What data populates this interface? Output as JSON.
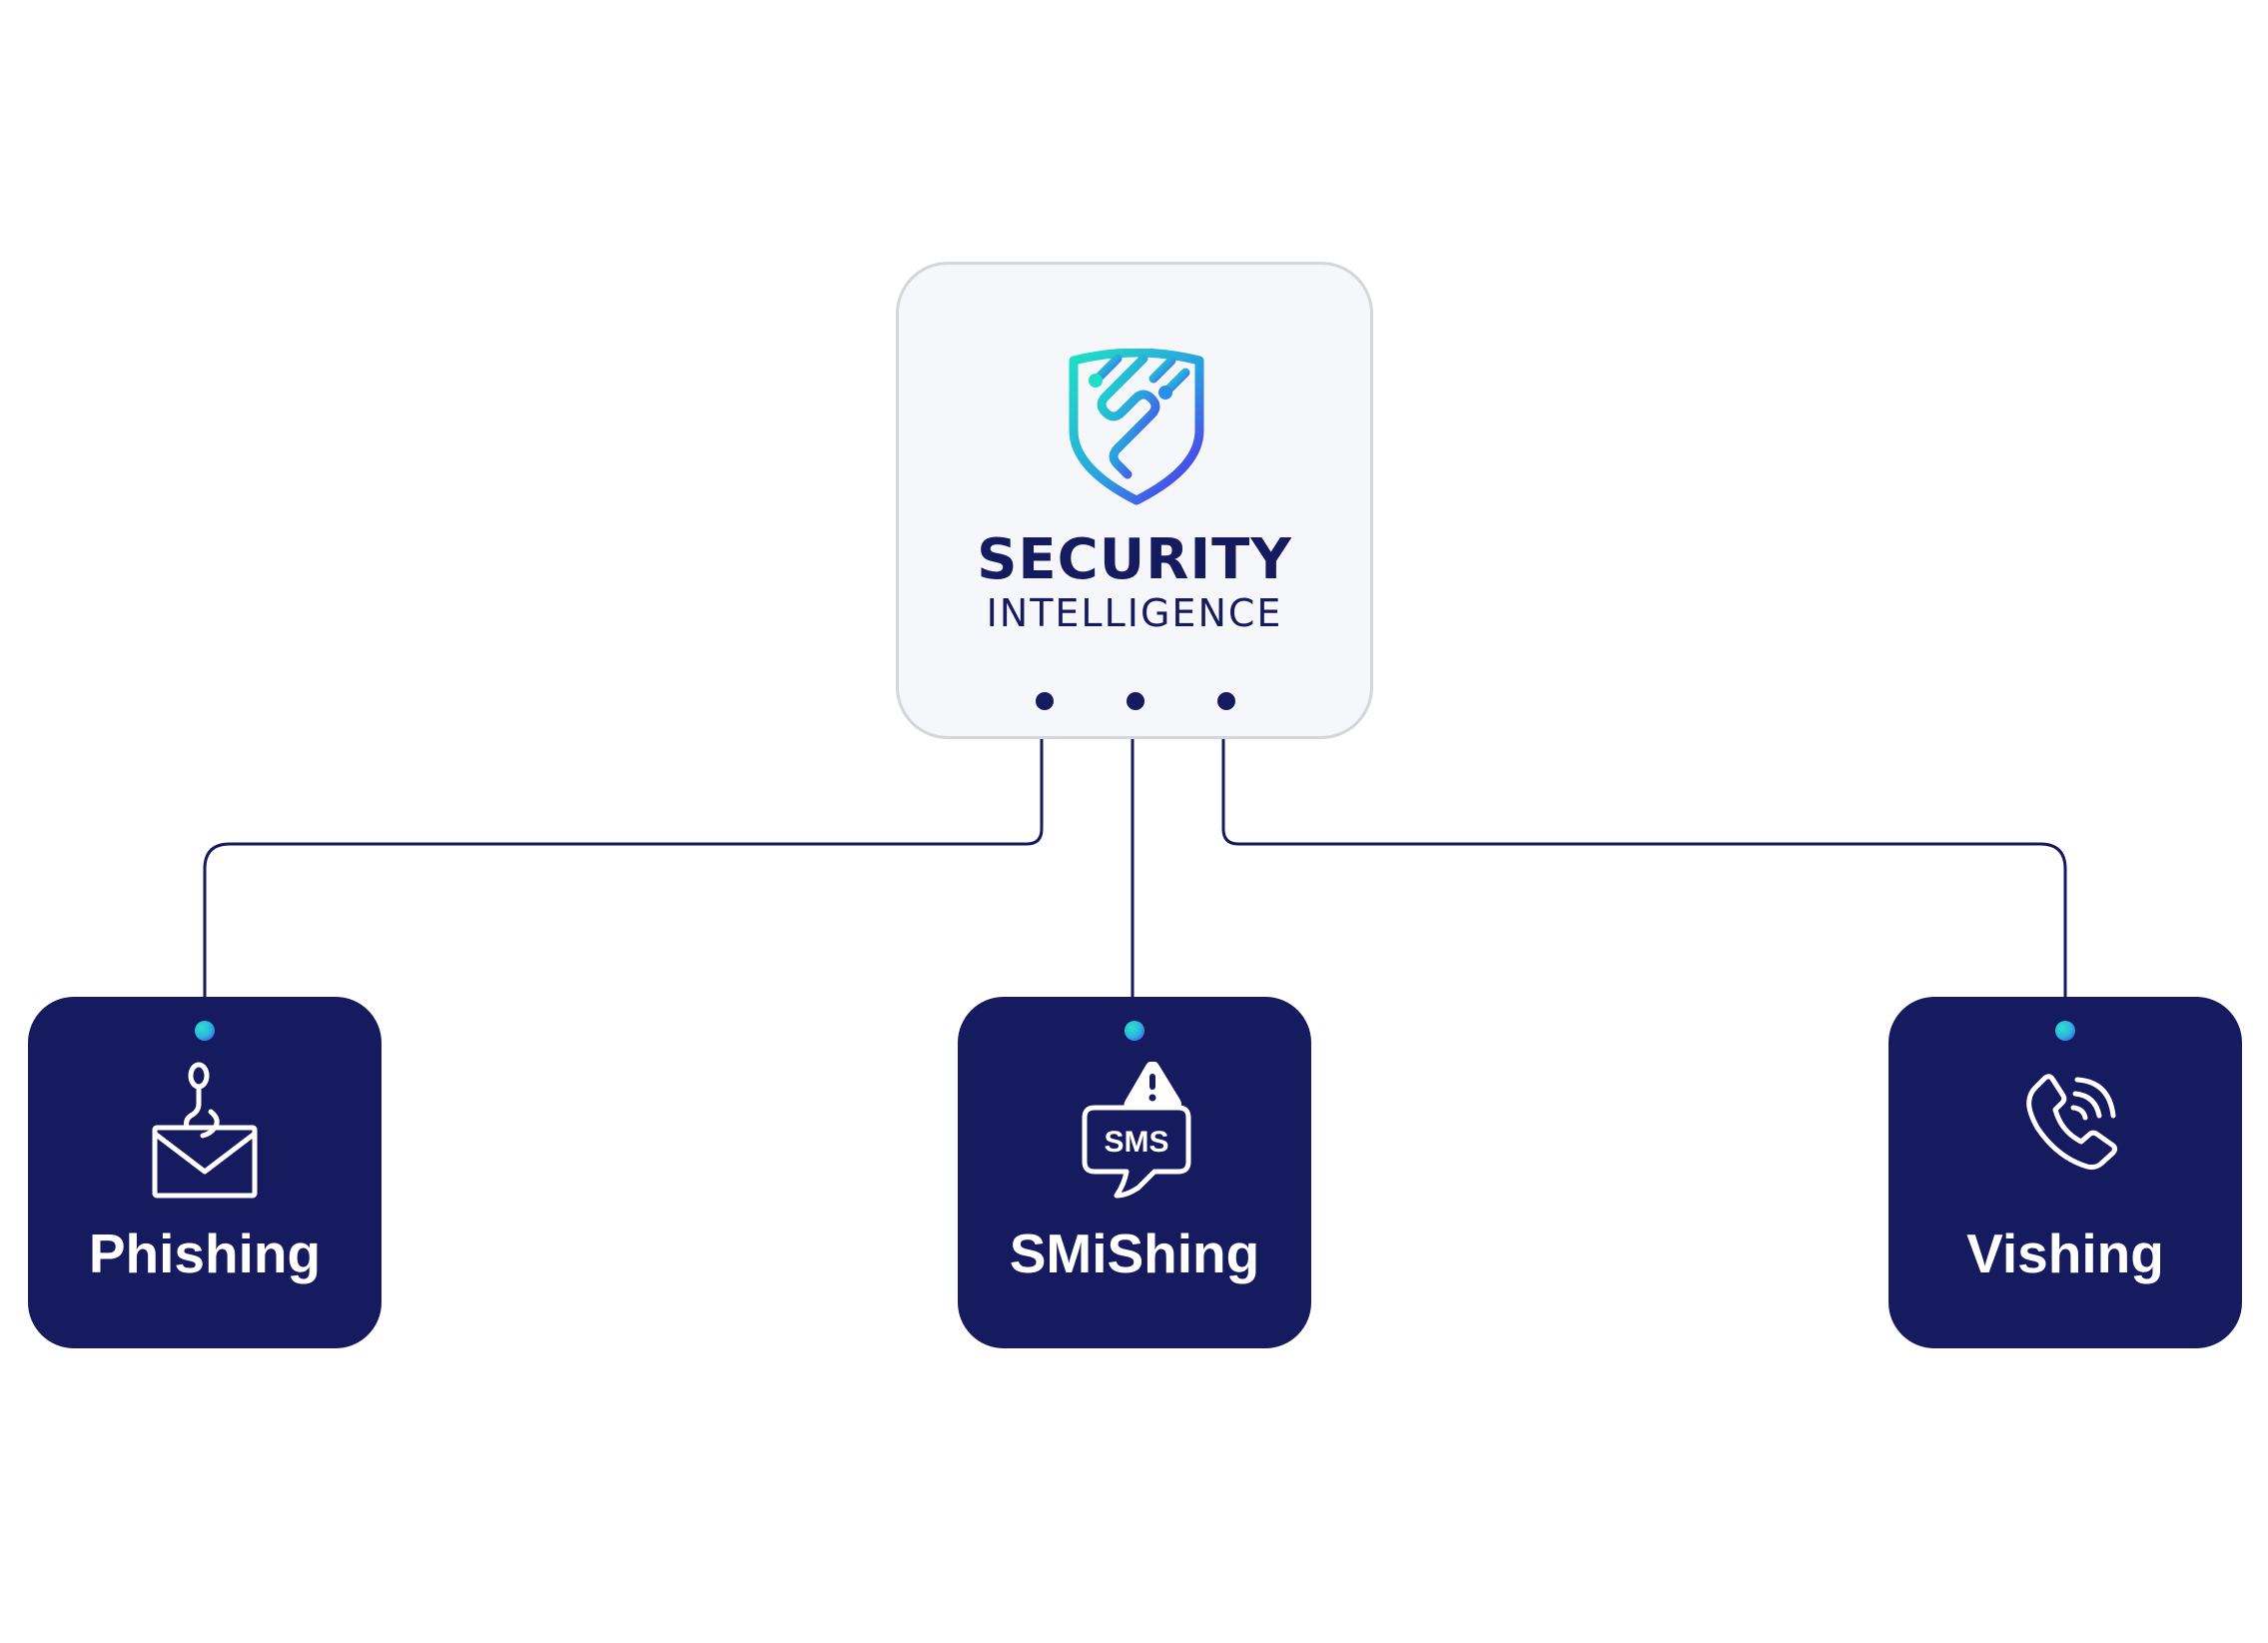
{
  "hub": {
    "brand_line1": "SECURITY",
    "brand_line2": "INTELLIGENCE",
    "logo_icon": "shield-circuit-icon"
  },
  "nodes": [
    {
      "label": "Phishing",
      "icon": "envelope-hook-icon"
    },
    {
      "label": "SMiShing",
      "icon": "sms-warning-icon"
    },
    {
      "label": "Vishing",
      "icon": "phone-call-icon"
    }
  ],
  "colors": {
    "navy": "#161b60",
    "hub_background": "#f6f7fa",
    "hub_border": "#d4d6da",
    "gradient_start": "#1fe0c4",
    "gradient_end": "#5b21f0",
    "card_text": "#ffffff"
  }
}
